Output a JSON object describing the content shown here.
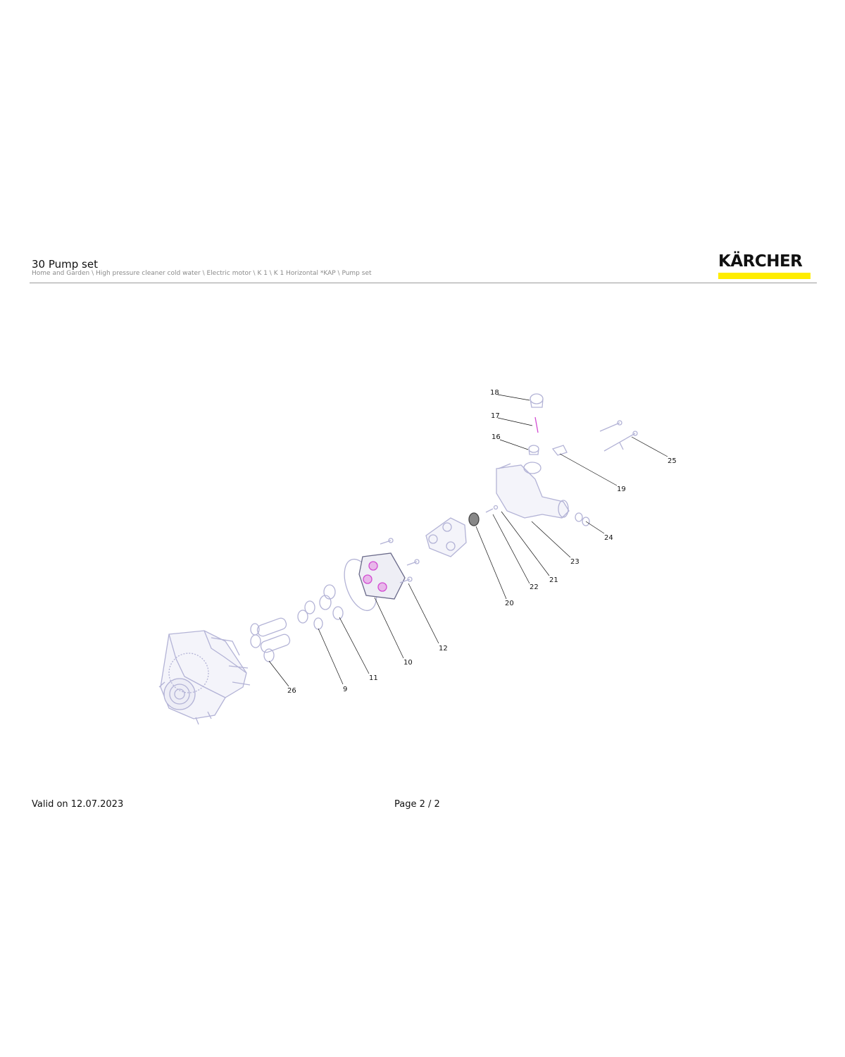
{
  "header": {
    "title": "30 Pump set",
    "breadcrumb": "Home and Garden \\ High pressure cleaner cold water \\ Electric motor \\ K 1 \\ K 1 Horizontal *KAP \\ Pump set"
  },
  "logo": {
    "text": "KÄRCHER",
    "bar_color": "#ffed00"
  },
  "diagram": {
    "callouts": [
      "18",
      "17",
      "16",
      "25",
      "19",
      "24",
      "23",
      "21",
      "22",
      "20",
      "12",
      "10",
      "11",
      "9",
      "26"
    ],
    "part_color": "#b3b3d6",
    "highlight_color": "#d24bd2"
  },
  "footer": {
    "valid": "Valid on 12.07.2023",
    "page": "Page 2 / 2"
  }
}
